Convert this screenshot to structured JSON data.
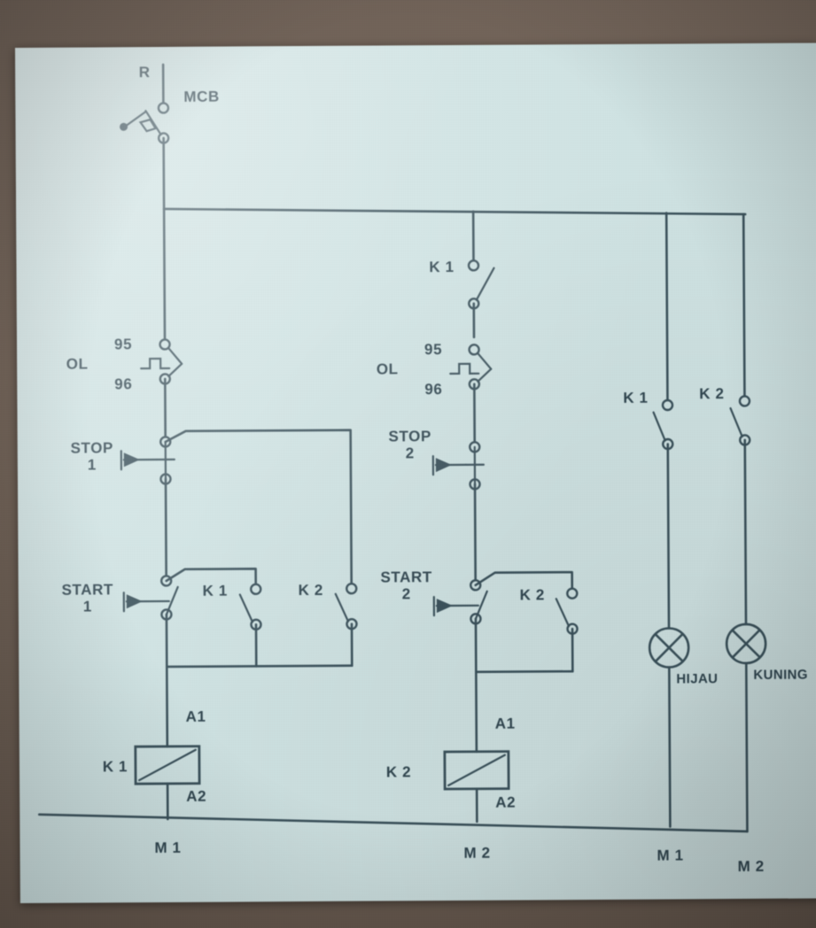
{
  "document": {
    "kind": "hand-drawn electrical control schematic photograph",
    "paper_color": "#cfe3e3",
    "ink_color": "#39505a",
    "backdrop_color": "#6b5d52"
  },
  "supply": {
    "phase_label": "R",
    "breaker_label": "MCB"
  },
  "circuit_1": {
    "overload": {
      "device_label": "OL",
      "terminal_top": "95",
      "terminal_bottom": "96"
    },
    "stop_button": {
      "label_line1": "STOP",
      "label_line2": "1"
    },
    "start_button": {
      "label_line1": "START",
      "label_line2": "1"
    },
    "seal_contact_1": "K 1",
    "seal_contact_2": "K 2",
    "coil": {
      "label": "K 1",
      "terminal_top": "A1",
      "terminal_bottom": "A2"
    },
    "rail_label": "M 1"
  },
  "circuit_2": {
    "interlock_contact": "K 1",
    "overload": {
      "device_label": "OL",
      "terminal_top": "95",
      "terminal_bottom": "96"
    },
    "stop_button": {
      "label_line1": "STOP",
      "label_line2": "2"
    },
    "start_button": {
      "label_line1": "START",
      "label_line2": "2"
    },
    "seal_contact": "K 2",
    "coil": {
      "label": "K 2",
      "terminal_top": "A1",
      "terminal_bottom": "A2"
    },
    "rail_label": "M 2"
  },
  "indicators": {
    "lamp_1": {
      "contact_label": "K 1",
      "lamp_label": "HIJAU",
      "rail_label": "M 1"
    },
    "lamp_2": {
      "contact_label": "K 2",
      "lamp_label": "KUNING",
      "rail_label": "M 2"
    }
  }
}
